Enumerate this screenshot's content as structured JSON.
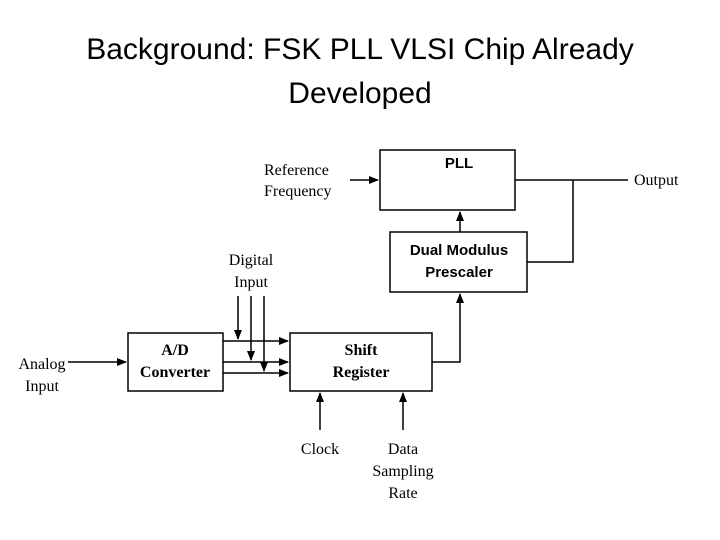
{
  "title": {
    "line1": "Background: FSK PLL VLSI Chip Already",
    "line2": "Developed"
  },
  "blocks": {
    "pll": "PLL",
    "prescaler_line1": "Dual Modulus",
    "prescaler_line2": "Prescaler",
    "adc_line1": "A/D",
    "adc_line2": "Converter",
    "shift_line1": "Shift",
    "shift_line2": "Register"
  },
  "labels": {
    "reference_line1": "Reference",
    "reference_line2": "Frequency",
    "output": "Output",
    "digital_line1": "Digital",
    "digital_line2": "Input",
    "analog_line1": "Analog",
    "analog_line2": "Input",
    "clock": "Clock",
    "data_line1": "Data",
    "data_line2": "Sampling",
    "data_line3": "Rate"
  }
}
